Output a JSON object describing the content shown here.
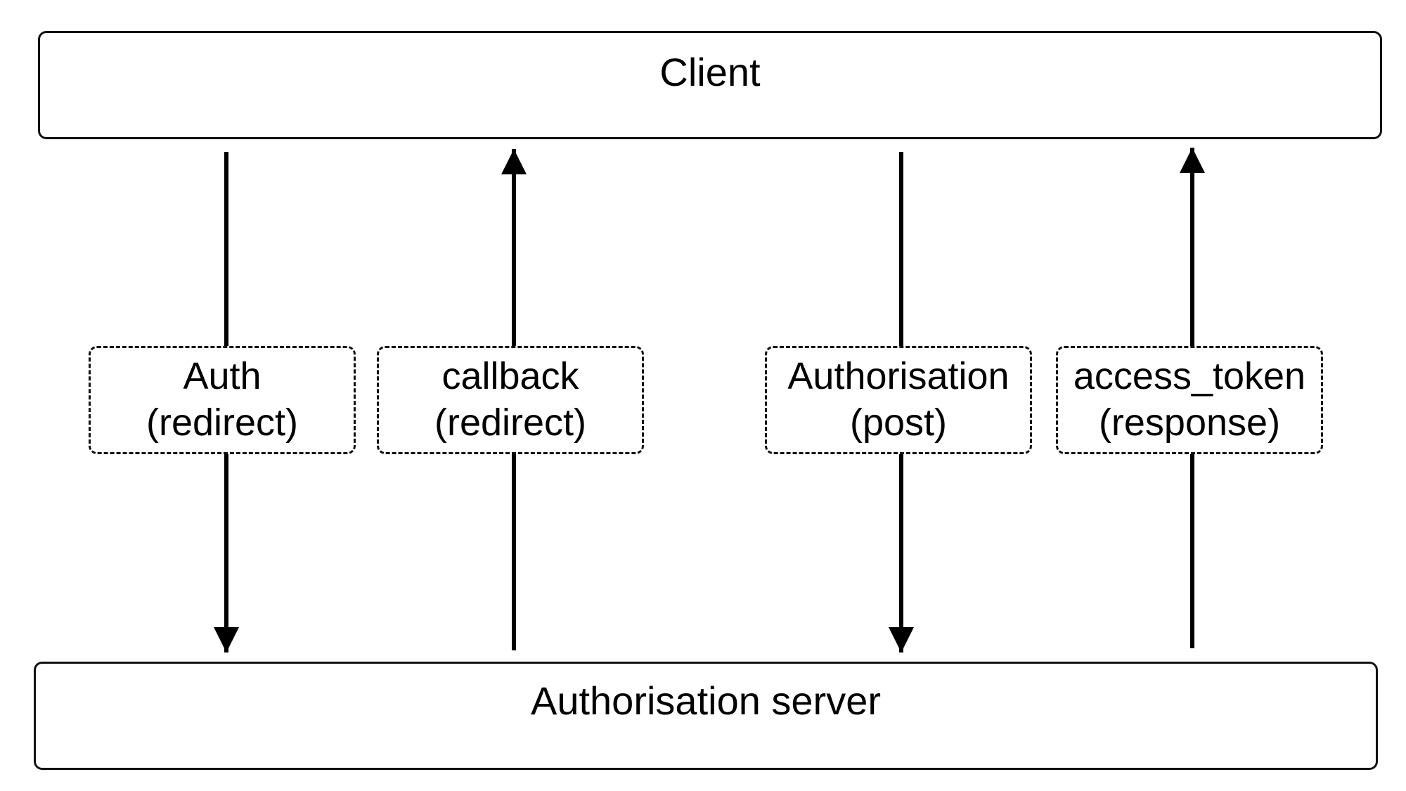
{
  "client": {
    "label": "Client"
  },
  "server": {
    "label": "Authorisation server"
  },
  "flows": [
    {
      "name": "Auth",
      "detail": "(redirect)",
      "direction": "client-to-server"
    },
    {
      "name": "callback",
      "detail": "(redirect)",
      "direction": "server-to-client"
    },
    {
      "name": "Authorisation",
      "detail": "(post)",
      "direction": "client-to-server"
    },
    {
      "name": "access_token",
      "detail": "(response)",
      "direction": "server-to-client"
    }
  ]
}
